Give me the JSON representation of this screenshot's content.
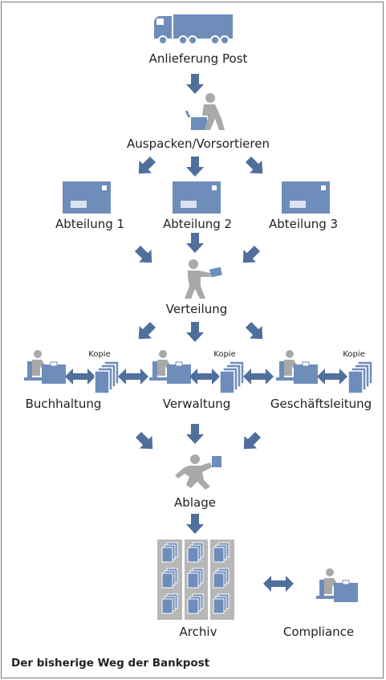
{
  "labels": {
    "delivery": "Anlieferung Post",
    "unpack": "Auspacken/Vorsortieren",
    "dept1": "Abteilung 1",
    "dept2": "Abteilung 2",
    "dept3": "Abteilung 3",
    "distribution": "Verteilung",
    "accounting": "Buchhaltung",
    "administration": "Verwaltung",
    "management": "Geschäftsleitung",
    "copy": "Kopie",
    "filing": "Ablage",
    "archive": "Archiv",
    "compliance": "Compliance"
  },
  "caption": "Der bisherige Weg der Bankpost",
  "colors": {
    "arrow": "#4f6f9c",
    "envelope": "#6e8dba",
    "person": "#a9a9a9",
    "border": "#7a7a7a"
  }
}
